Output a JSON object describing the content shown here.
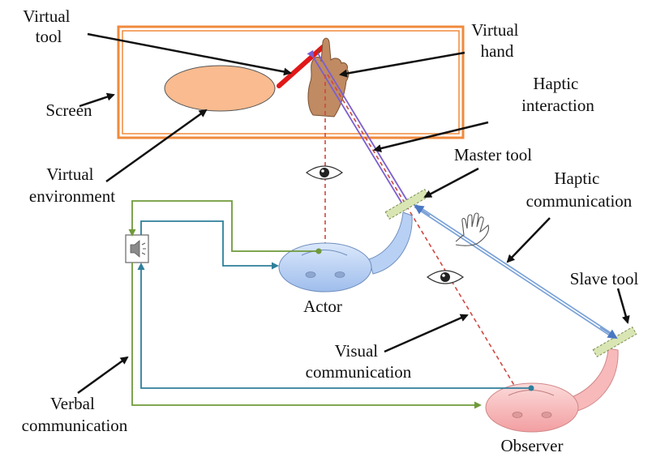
{
  "labels": {
    "virtual_tool": [
      "Virtual",
      "tool"
    ],
    "virtual_hand": [
      "Virtual",
      "hand"
    ],
    "screen": "Screen",
    "haptic_interaction": [
      "Haptic",
      "interaction"
    ],
    "master_tool": "Master tool",
    "virtual_environment": [
      "Virtual",
      "environment"
    ],
    "haptic_communication": [
      "Haptic",
      "communication"
    ],
    "actor": "Actor",
    "slave_tool": "Slave tool",
    "visual_communication": [
      "Visual",
      "communication"
    ],
    "verbal_communication": [
      "Verbal",
      "communication"
    ],
    "observer": "Observer"
  },
  "colors": {
    "screen_frame": "#f08a3c",
    "environment_fill": "#f9bb8f",
    "virtual_tool": "#e01818",
    "hand_skin": "#c08a62",
    "haptic_line": "#7b5fd0",
    "visual_line": "#d0473f",
    "verbal_green": "#6f9a3a",
    "verbal_teal": "#2e7f9a",
    "actor_fill": "#b7d0f4",
    "observer_fill": "#f7b9ba",
    "tool_fill": "#d9e6b4",
    "haptic_comm_line": "#7aa2d8"
  },
  "icons": [
    "eye-icon",
    "speaker-icon",
    "hand-wave-icon"
  ]
}
